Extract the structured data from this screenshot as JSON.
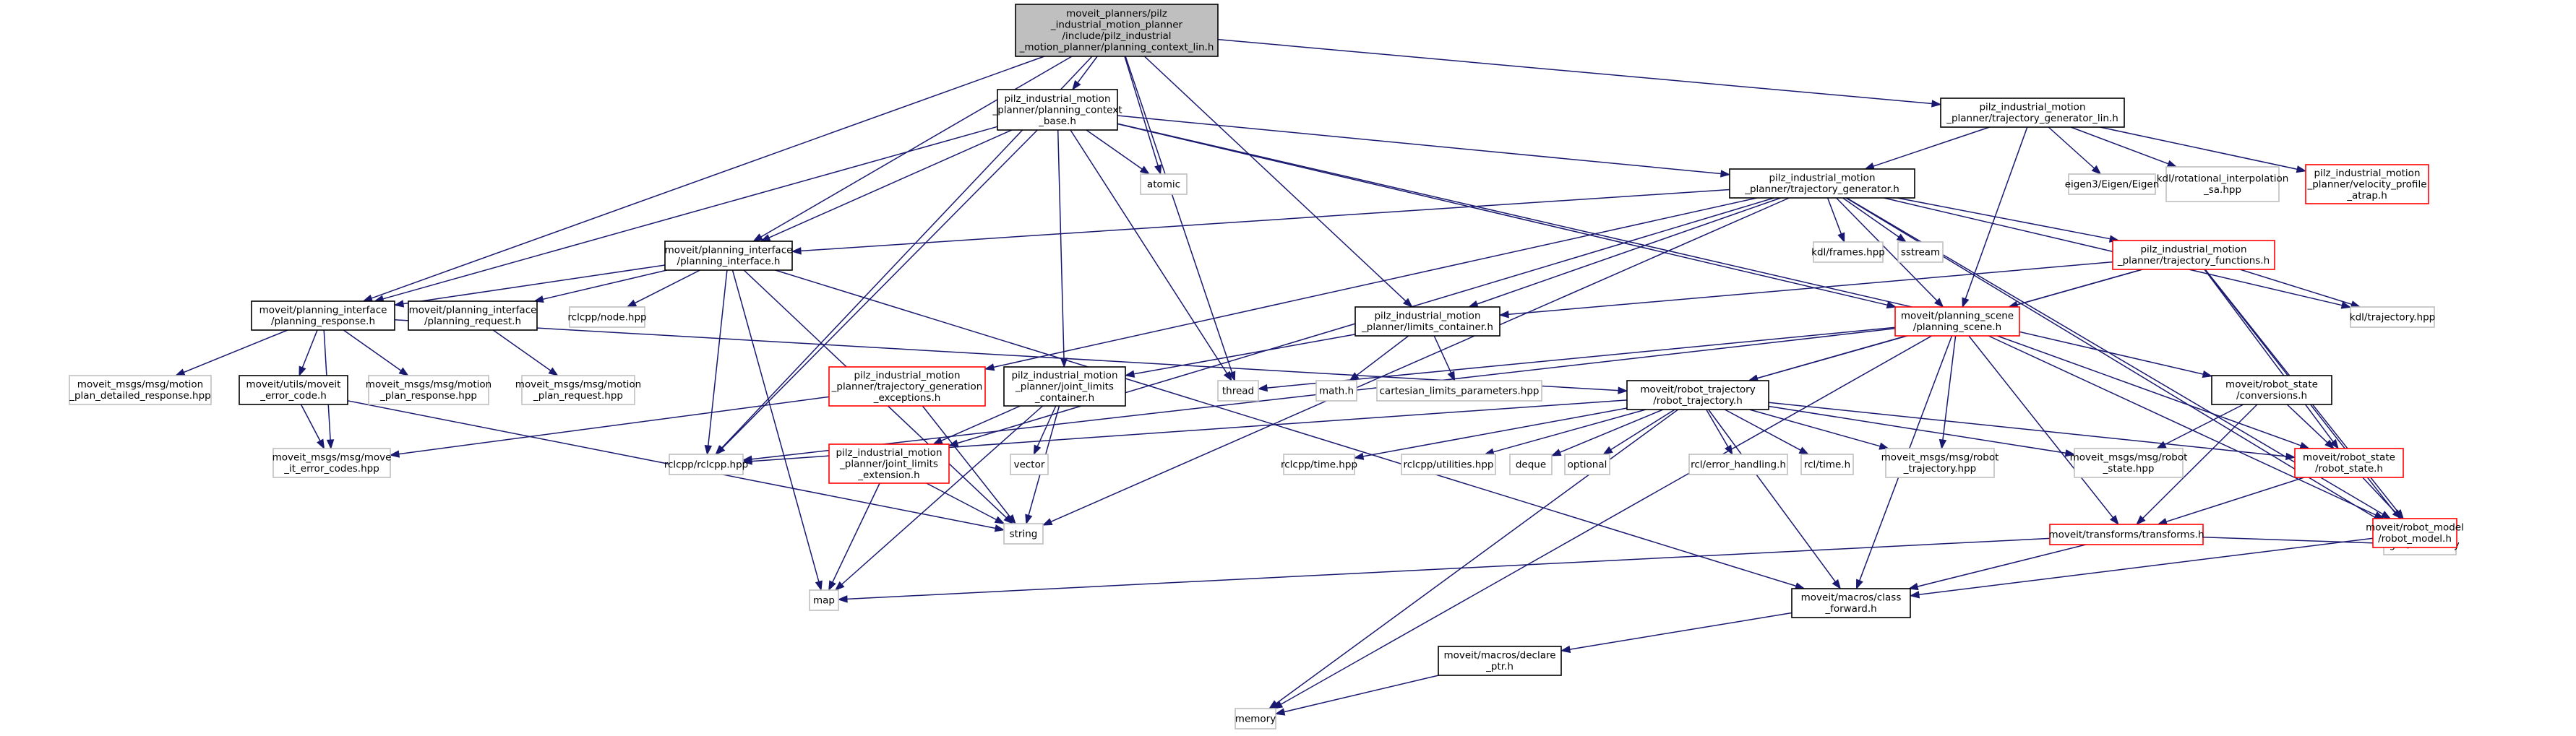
{
  "colors": {
    "root_fill": "#bfbfbf",
    "root_stroke": "#000000",
    "doc_stroke": "#000000",
    "missing_stroke": "#ff0000",
    "system_stroke": "#bfbfbf",
    "edge": "#191970",
    "text": "#000000"
  },
  "nodes": [
    {
      "id": "root",
      "kind": "root",
      "lines": [
        "moveit_planners/pilz",
        "_industrial_motion_planner",
        "/include/pilz_industrial",
        "_motion_planner/planning_context_lin.h"
      ]
    },
    {
      "id": "pcbase",
      "kind": "doc",
      "lines": [
        "pilz_industrial_motion",
        "_planner/planning_context",
        "_base.h"
      ]
    },
    {
      "id": "tglin",
      "kind": "doc",
      "lines": [
        "pilz_industrial_motion",
        "_planner/trajectory_generator_lin.h"
      ]
    },
    {
      "id": "atomic",
      "kind": "system",
      "lines": [
        "atomic"
      ]
    },
    {
      "id": "eigen3",
      "kind": "system",
      "lines": [
        "eigen3/Eigen/Eigen"
      ]
    },
    {
      "id": "kdlrot",
      "kind": "system",
      "lines": [
        "kdl/rotational_interpolation",
        "_sa.hpp"
      ]
    },
    {
      "id": "velprof",
      "kind": "missing",
      "lines": [
        "pilz_industrial_motion",
        "_planner/velocity_profile",
        "_atrap.h"
      ]
    },
    {
      "id": "tg",
      "kind": "doc",
      "lines": [
        "pilz_industrial_motion",
        "_planner/trajectory_generator.h"
      ]
    },
    {
      "id": "pi",
      "kind": "doc",
      "lines": [
        "moveit/planning_interface",
        "/planning_interface.h"
      ]
    },
    {
      "id": "kdlframes",
      "kind": "system",
      "lines": [
        "kdl/frames.hpp"
      ]
    },
    {
      "id": "sstream",
      "kind": "system",
      "lines": [
        "sstream"
      ]
    },
    {
      "id": "tf",
      "kind": "missing",
      "lines": [
        "pilz_industrial_motion",
        "_planner/trajectory_functions.h"
      ]
    },
    {
      "id": "presp",
      "kind": "doc",
      "lines": [
        "moveit/planning_interface",
        "/planning_response.h"
      ]
    },
    {
      "id": "preq",
      "kind": "doc",
      "lines": [
        "moveit/planning_interface",
        "/planning_request.h"
      ]
    },
    {
      "id": "rclnode",
      "kind": "system",
      "lines": [
        "rclcpp/node.hpp"
      ]
    },
    {
      "id": "lc",
      "kind": "doc",
      "lines": [
        "pilz_industrial_motion",
        "_planner/limits_container.h"
      ]
    },
    {
      "id": "ps",
      "kind": "missing",
      "lines": [
        "moveit/planning_scene",
        "/planning_scene.h"
      ]
    },
    {
      "id": "kdltraj",
      "kind": "system",
      "lines": [
        "kdl/trajectory.hpp"
      ]
    },
    {
      "id": "detresp",
      "kind": "system",
      "lines": [
        "moveit_msgs/msg/motion",
        "_plan_detailed_response.hpp"
      ]
    },
    {
      "id": "errcode",
      "kind": "doc",
      "lines": [
        "moveit/utils/moveit",
        "_error_code.h"
      ]
    },
    {
      "id": "mpresp",
      "kind": "system",
      "lines": [
        "moveit_msgs/msg/motion",
        "_plan_response.hpp"
      ]
    },
    {
      "id": "mpreq",
      "kind": "system",
      "lines": [
        "moveit_msgs/msg/motion",
        "_plan_request.hpp"
      ]
    },
    {
      "id": "tgexc",
      "kind": "missing",
      "lines": [
        "pilz_industrial_motion",
        "_planner/trajectory_generation",
        "_exceptions.h"
      ]
    },
    {
      "id": "jlc",
      "kind": "doc",
      "lines": [
        "pilz_industrial_motion",
        "_planner/joint_limits",
        "_container.h"
      ]
    },
    {
      "id": "thread",
      "kind": "system",
      "lines": [
        "thread"
      ]
    },
    {
      "id": "mathh",
      "kind": "system",
      "lines": [
        "math.h"
      ]
    },
    {
      "id": "cartlim",
      "kind": "system",
      "lines": [
        "cartesian_limits_parameters.hpp"
      ]
    },
    {
      "id": "rt",
      "kind": "doc",
      "lines": [
        "moveit/robot_trajectory",
        "/robot_trajectory.h"
      ]
    },
    {
      "id": "conv",
      "kind": "doc",
      "lines": [
        "moveit/robot_state",
        "/conversions.h"
      ]
    },
    {
      "id": "eigengeo",
      "kind": "system",
      "lines": [
        "Eigen/Geometry"
      ]
    },
    {
      "id": "mierr",
      "kind": "system",
      "lines": [
        "moveit_msgs/msg/move",
        "_it_error_codes.hpp"
      ]
    },
    {
      "id": "rclcpp",
      "kind": "system",
      "lines": [
        "rclcpp/rclcpp.hpp"
      ]
    },
    {
      "id": "jle",
      "kind": "missing",
      "lines": [
        "pilz_industrial_motion",
        "_planner/joint_limits",
        "_extension.h"
      ]
    },
    {
      "id": "vector",
      "kind": "system",
      "lines": [
        "vector"
      ]
    },
    {
      "id": "rcltime",
      "kind": "system",
      "lines": [
        "rclcpp/time.hpp"
      ]
    },
    {
      "id": "rclutil",
      "kind": "system",
      "lines": [
        "rclcpp/utilities.hpp"
      ]
    },
    {
      "id": "deque",
      "kind": "system",
      "lines": [
        "deque"
      ]
    },
    {
      "id": "optional",
      "kind": "system",
      "lines": [
        "optional"
      ]
    },
    {
      "id": "rclerr",
      "kind": "system",
      "lines": [
        "rcl/error_handling.h"
      ]
    },
    {
      "id": "rcltimeh",
      "kind": "system",
      "lines": [
        "rcl/time.h"
      ]
    },
    {
      "id": "rtmsg",
      "kind": "system",
      "lines": [
        "moveit_msgs/msg/robot",
        "_trajectory.hpp"
      ]
    },
    {
      "id": "rsmsg",
      "kind": "system",
      "lines": [
        "moveit_msgs/msg/robot",
        "_state.hpp"
      ]
    },
    {
      "id": "rs",
      "kind": "missing",
      "lines": [
        "moveit/robot_state",
        "/robot_state.h"
      ]
    },
    {
      "id": "string",
      "kind": "system",
      "lines": [
        "string"
      ]
    },
    {
      "id": "transforms",
      "kind": "missing",
      "lines": [
        "moveit/transforms/transforms.h"
      ]
    },
    {
      "id": "rm",
      "kind": "missing",
      "lines": [
        "moveit/robot_model",
        "/robot_model.h"
      ]
    },
    {
      "id": "map",
      "kind": "system",
      "lines": [
        "map"
      ]
    },
    {
      "id": "classfwd",
      "kind": "doc",
      "lines": [
        "moveit/macros/class",
        "_forward.h"
      ]
    },
    {
      "id": "declptr",
      "kind": "doc",
      "lines": [
        "moveit/macros/declare",
        "_ptr.h"
      ]
    },
    {
      "id": "memory",
      "kind": "system",
      "lines": [
        "memory"
      ]
    }
  ],
  "edges": [
    [
      "root",
      "pcbase"
    ],
    [
      "root",
      "tglin"
    ],
    [
      "root",
      "atomic"
    ],
    [
      "root",
      "thread"
    ],
    [
      "root",
      "pi"
    ],
    [
      "root",
      "presp"
    ],
    [
      "root",
      "lc"
    ],
    [
      "root",
      "rclcpp"
    ],
    [
      "pcbase",
      "atomic"
    ],
    [
      "pcbase",
      "tg"
    ],
    [
      "pcbase",
      "pi"
    ],
    [
      "pcbase",
      "presp"
    ],
    [
      "pcbase",
      "ps"
    ],
    [
      "pcbase",
      "jlc"
    ],
    [
      "pcbase",
      "thread"
    ],
    [
      "pcbase",
      "rclcpp"
    ],
    [
      "pcbase",
      "conv"
    ],
    [
      "tglin",
      "tg"
    ],
    [
      "tglin",
      "eigen3"
    ],
    [
      "tglin",
      "kdlrot"
    ],
    [
      "tglin",
      "velprof"
    ],
    [
      "tglin",
      "ps"
    ],
    [
      "tg",
      "pi"
    ],
    [
      "tg",
      "kdlframes"
    ],
    [
      "tg",
      "sstream"
    ],
    [
      "tg",
      "tf"
    ],
    [
      "tg",
      "lc"
    ],
    [
      "tg",
      "ps"
    ],
    [
      "tg",
      "tgexc"
    ],
    [
      "tg",
      "jle"
    ],
    [
      "tg",
      "kdltraj"
    ],
    [
      "tg",
      "eigengeo"
    ],
    [
      "tg",
      "rm"
    ],
    [
      "tg",
      "string"
    ],
    [
      "pi",
      "presp"
    ],
    [
      "pi",
      "preq"
    ],
    [
      "pi",
      "rclnode"
    ],
    [
      "pi",
      "rclcpp"
    ],
    [
      "pi",
      "map"
    ],
    [
      "pi",
      "string"
    ],
    [
      "pi",
      "classfwd"
    ],
    [
      "presp",
      "detresp"
    ],
    [
      "presp",
      "errcode"
    ],
    [
      "presp",
      "mpresp"
    ],
    [
      "presp",
      "mierr"
    ],
    [
      "presp",
      "rt"
    ],
    [
      "preq",
      "mpreq"
    ],
    [
      "errcode",
      "mierr"
    ],
    [
      "errcode",
      "string"
    ],
    [
      "tf",
      "ps"
    ],
    [
      "tf",
      "lc"
    ],
    [
      "tf",
      "rt"
    ],
    [
      "tf",
      "kdltraj"
    ],
    [
      "tf",
      "rs"
    ],
    [
      "tf",
      "rm"
    ],
    [
      "tf",
      "eigengeo"
    ],
    [
      "lc",
      "jlc"
    ],
    [
      "lc",
      "mathh"
    ],
    [
      "lc",
      "cartlim"
    ],
    [
      "ps",
      "thread"
    ],
    [
      "ps",
      "rt"
    ],
    [
      "ps",
      "rclcpp"
    ],
    [
      "ps",
      "memory"
    ],
    [
      "ps",
      "rtmsg"
    ],
    [
      "ps",
      "rs"
    ],
    [
      "ps",
      "transforms"
    ],
    [
      "ps",
      "classfwd"
    ],
    [
      "ps",
      "rm"
    ],
    [
      "tgexc",
      "mierr"
    ],
    [
      "tgexc",
      "string"
    ],
    [
      "jlc",
      "jle"
    ],
    [
      "jlc",
      "vector"
    ],
    [
      "jlc",
      "string"
    ],
    [
      "jlc",
      "map"
    ],
    [
      "jle",
      "map"
    ],
    [
      "jle",
      "string"
    ],
    [
      "rt",
      "rclcpp"
    ],
    [
      "rt",
      "rcltime"
    ],
    [
      "rt",
      "rclutil"
    ],
    [
      "rt",
      "deque"
    ],
    [
      "rt",
      "optional"
    ],
    [
      "rt",
      "rclerr"
    ],
    [
      "rt",
      "rcltimeh"
    ],
    [
      "rt",
      "rtmsg"
    ],
    [
      "rt",
      "rsmsg"
    ],
    [
      "rt",
      "rs"
    ],
    [
      "rt",
      "classfwd"
    ],
    [
      "rt",
      "memory"
    ],
    [
      "conv",
      "rsmsg"
    ],
    [
      "conv",
      "rs"
    ],
    [
      "conv",
      "transforms"
    ],
    [
      "rs",
      "transforms"
    ],
    [
      "rs",
      "rm"
    ],
    [
      "transforms",
      "map"
    ],
    [
      "transforms",
      "classfwd"
    ],
    [
      "transforms",
      "eigengeo"
    ],
    [
      "rm",
      "classfwd"
    ],
    [
      "rm",
      "eigengeo"
    ],
    [
      "classfwd",
      "declptr"
    ],
    [
      "declptr",
      "memory"
    ]
  ]
}
